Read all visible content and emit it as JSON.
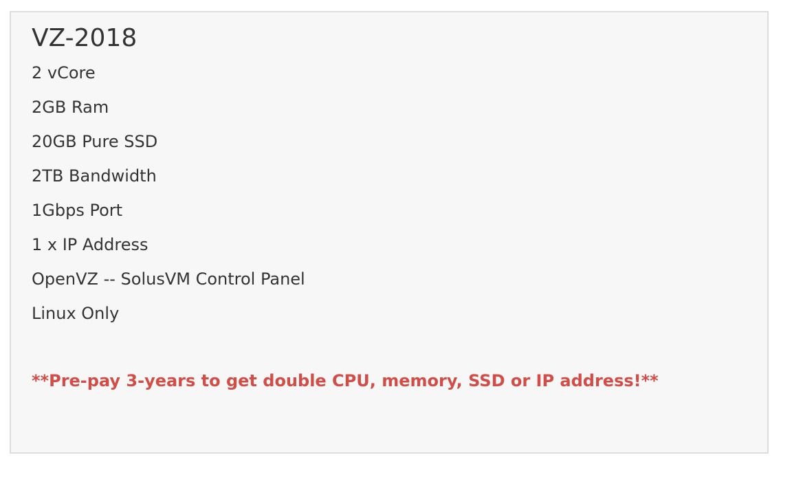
{
  "plan": {
    "name": "VZ-2018",
    "features": [
      "2 vCore",
      "2GB Ram",
      "20GB Pure SSD",
      "2TB Bandwidth",
      "1Gbps Port",
      "1 x IP Address",
      "OpenVZ -- SolusVM Control Panel",
      "Linux Only"
    ],
    "promo": "**Pre-pay 3-years to get double CPU, memory, SSD or IP address!**",
    "colors": {
      "panel_background": "#f7f7f7",
      "panel_border": "#dddddd",
      "text": "#333333",
      "promo_text": "#d14d47"
    }
  }
}
